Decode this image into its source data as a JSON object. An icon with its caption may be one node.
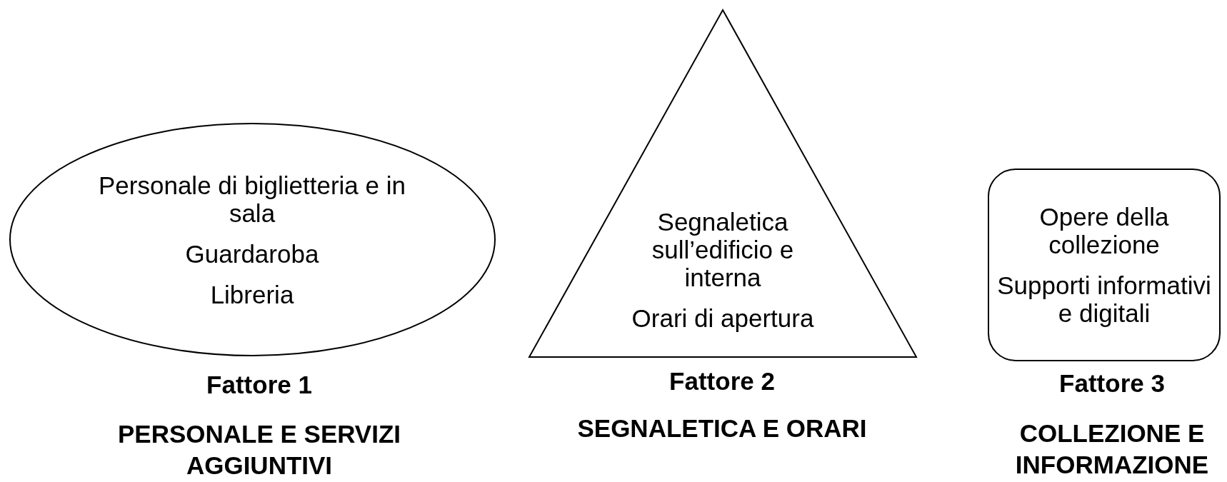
{
  "diagram": {
    "nodes": [
      {
        "text": [
          "Personale di biglietteria e in sala",
          "Guardaroba",
          "Libreria"
        ],
        "beside": [
          "Fattore 1",
          "PERSONALE E SERVIZI AGGIUNTIVI"
        ]
      },
      {
        "text": [
          "Segnaletica sull’edificio e interna",
          "Orari di apertura"
        ],
        "beside": [
          "Fattore 2",
          "SEGNALETICA E ORARI"
        ]
      },
      {
        "text": [
          "Opere della collezione",
          "Supporti informativi e digitali"
        ],
        "beside": [
          "Fattore 3",
          "COLLEZIONE E INFORMAZIONE"
        ]
      }
    ]
  }
}
